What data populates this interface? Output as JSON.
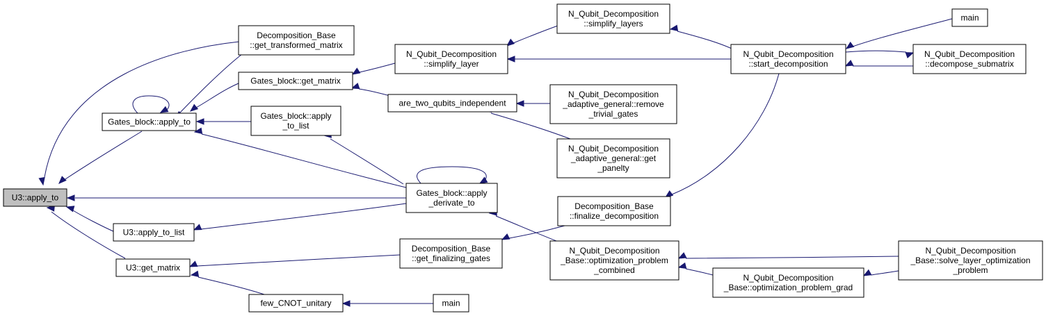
{
  "diagram": {
    "edge_color": "#191970",
    "root_fill": "#bfbfbf",
    "nodes": [
      {
        "id": "u3_apply_to",
        "lines": [
          "U3::apply_to"
        ],
        "root": true
      },
      {
        "id": "gb_apply_to",
        "lines": [
          "Gates_block::apply_to"
        ]
      },
      {
        "id": "db_get_transformed",
        "lines": [
          "Decomposition_Base",
          "::get_transformed_matrix"
        ]
      },
      {
        "id": "gb_get_matrix",
        "lines": [
          "Gates_block::get_matrix"
        ]
      },
      {
        "id": "gb_apply_to_list",
        "lines": [
          "Gates_block::apply",
          "_to_list"
        ]
      },
      {
        "id": "gb_apply_derivate",
        "lines": [
          "Gates_block::apply",
          "_derivate_to"
        ]
      },
      {
        "id": "u3_apply_to_list",
        "lines": [
          "U3::apply_to_list"
        ]
      },
      {
        "id": "u3_get_matrix",
        "lines": [
          "U3::get_matrix"
        ]
      },
      {
        "id": "db_get_finalizing",
        "lines": [
          "Decomposition_Base",
          "::get_finalizing_gates"
        ]
      },
      {
        "id": "few_cnot",
        "lines": [
          "few_CNOT_unitary"
        ]
      },
      {
        "id": "main_bottom",
        "lines": [
          "main"
        ]
      },
      {
        "id": "nq_simplify_layer",
        "lines": [
          "N_Qubit_Decomposition",
          "::simplify_layer"
        ]
      },
      {
        "id": "are_two_qubits",
        "lines": [
          "are_two_qubits_independent"
        ]
      },
      {
        "id": "nq_simplify_layers",
        "lines": [
          "N_Qubit_Decomposition",
          "::simplify_layers"
        ]
      },
      {
        "id": "nq_adaptive_remove",
        "lines": [
          "N_Qubit_Decomposition",
          "_adaptive_general::remove",
          "_trivial_gates"
        ]
      },
      {
        "id": "nq_adaptive_panelty",
        "lines": [
          "N_Qubit_Decomposition",
          "_adaptive_general::get",
          "_panelty"
        ]
      },
      {
        "id": "db_finalize",
        "lines": [
          "Decomposition_Base",
          "::finalize_decomposition"
        ]
      },
      {
        "id": "nqb_opt_combined",
        "lines": [
          "N_Qubit_Decomposition",
          "_Base::optimization_problem",
          "_combined"
        ]
      },
      {
        "id": "nq_start",
        "lines": [
          "N_Qubit_Decomposition",
          "::start_decomposition"
        ]
      },
      {
        "id": "nqb_opt_grad",
        "lines": [
          "N_Qubit_Decomposition",
          "_Base::optimization_problem_grad"
        ]
      },
      {
        "id": "main_top",
        "lines": [
          "main"
        ]
      },
      {
        "id": "nq_decompose_sub",
        "lines": [
          "N_Qubit_Decomposition",
          "::decompose_submatrix"
        ]
      },
      {
        "id": "nqb_solve_layer",
        "lines": [
          "N_Qubit_Decomposition",
          "_Base::solve_layer_optimization",
          "_problem"
        ]
      }
    ]
  }
}
